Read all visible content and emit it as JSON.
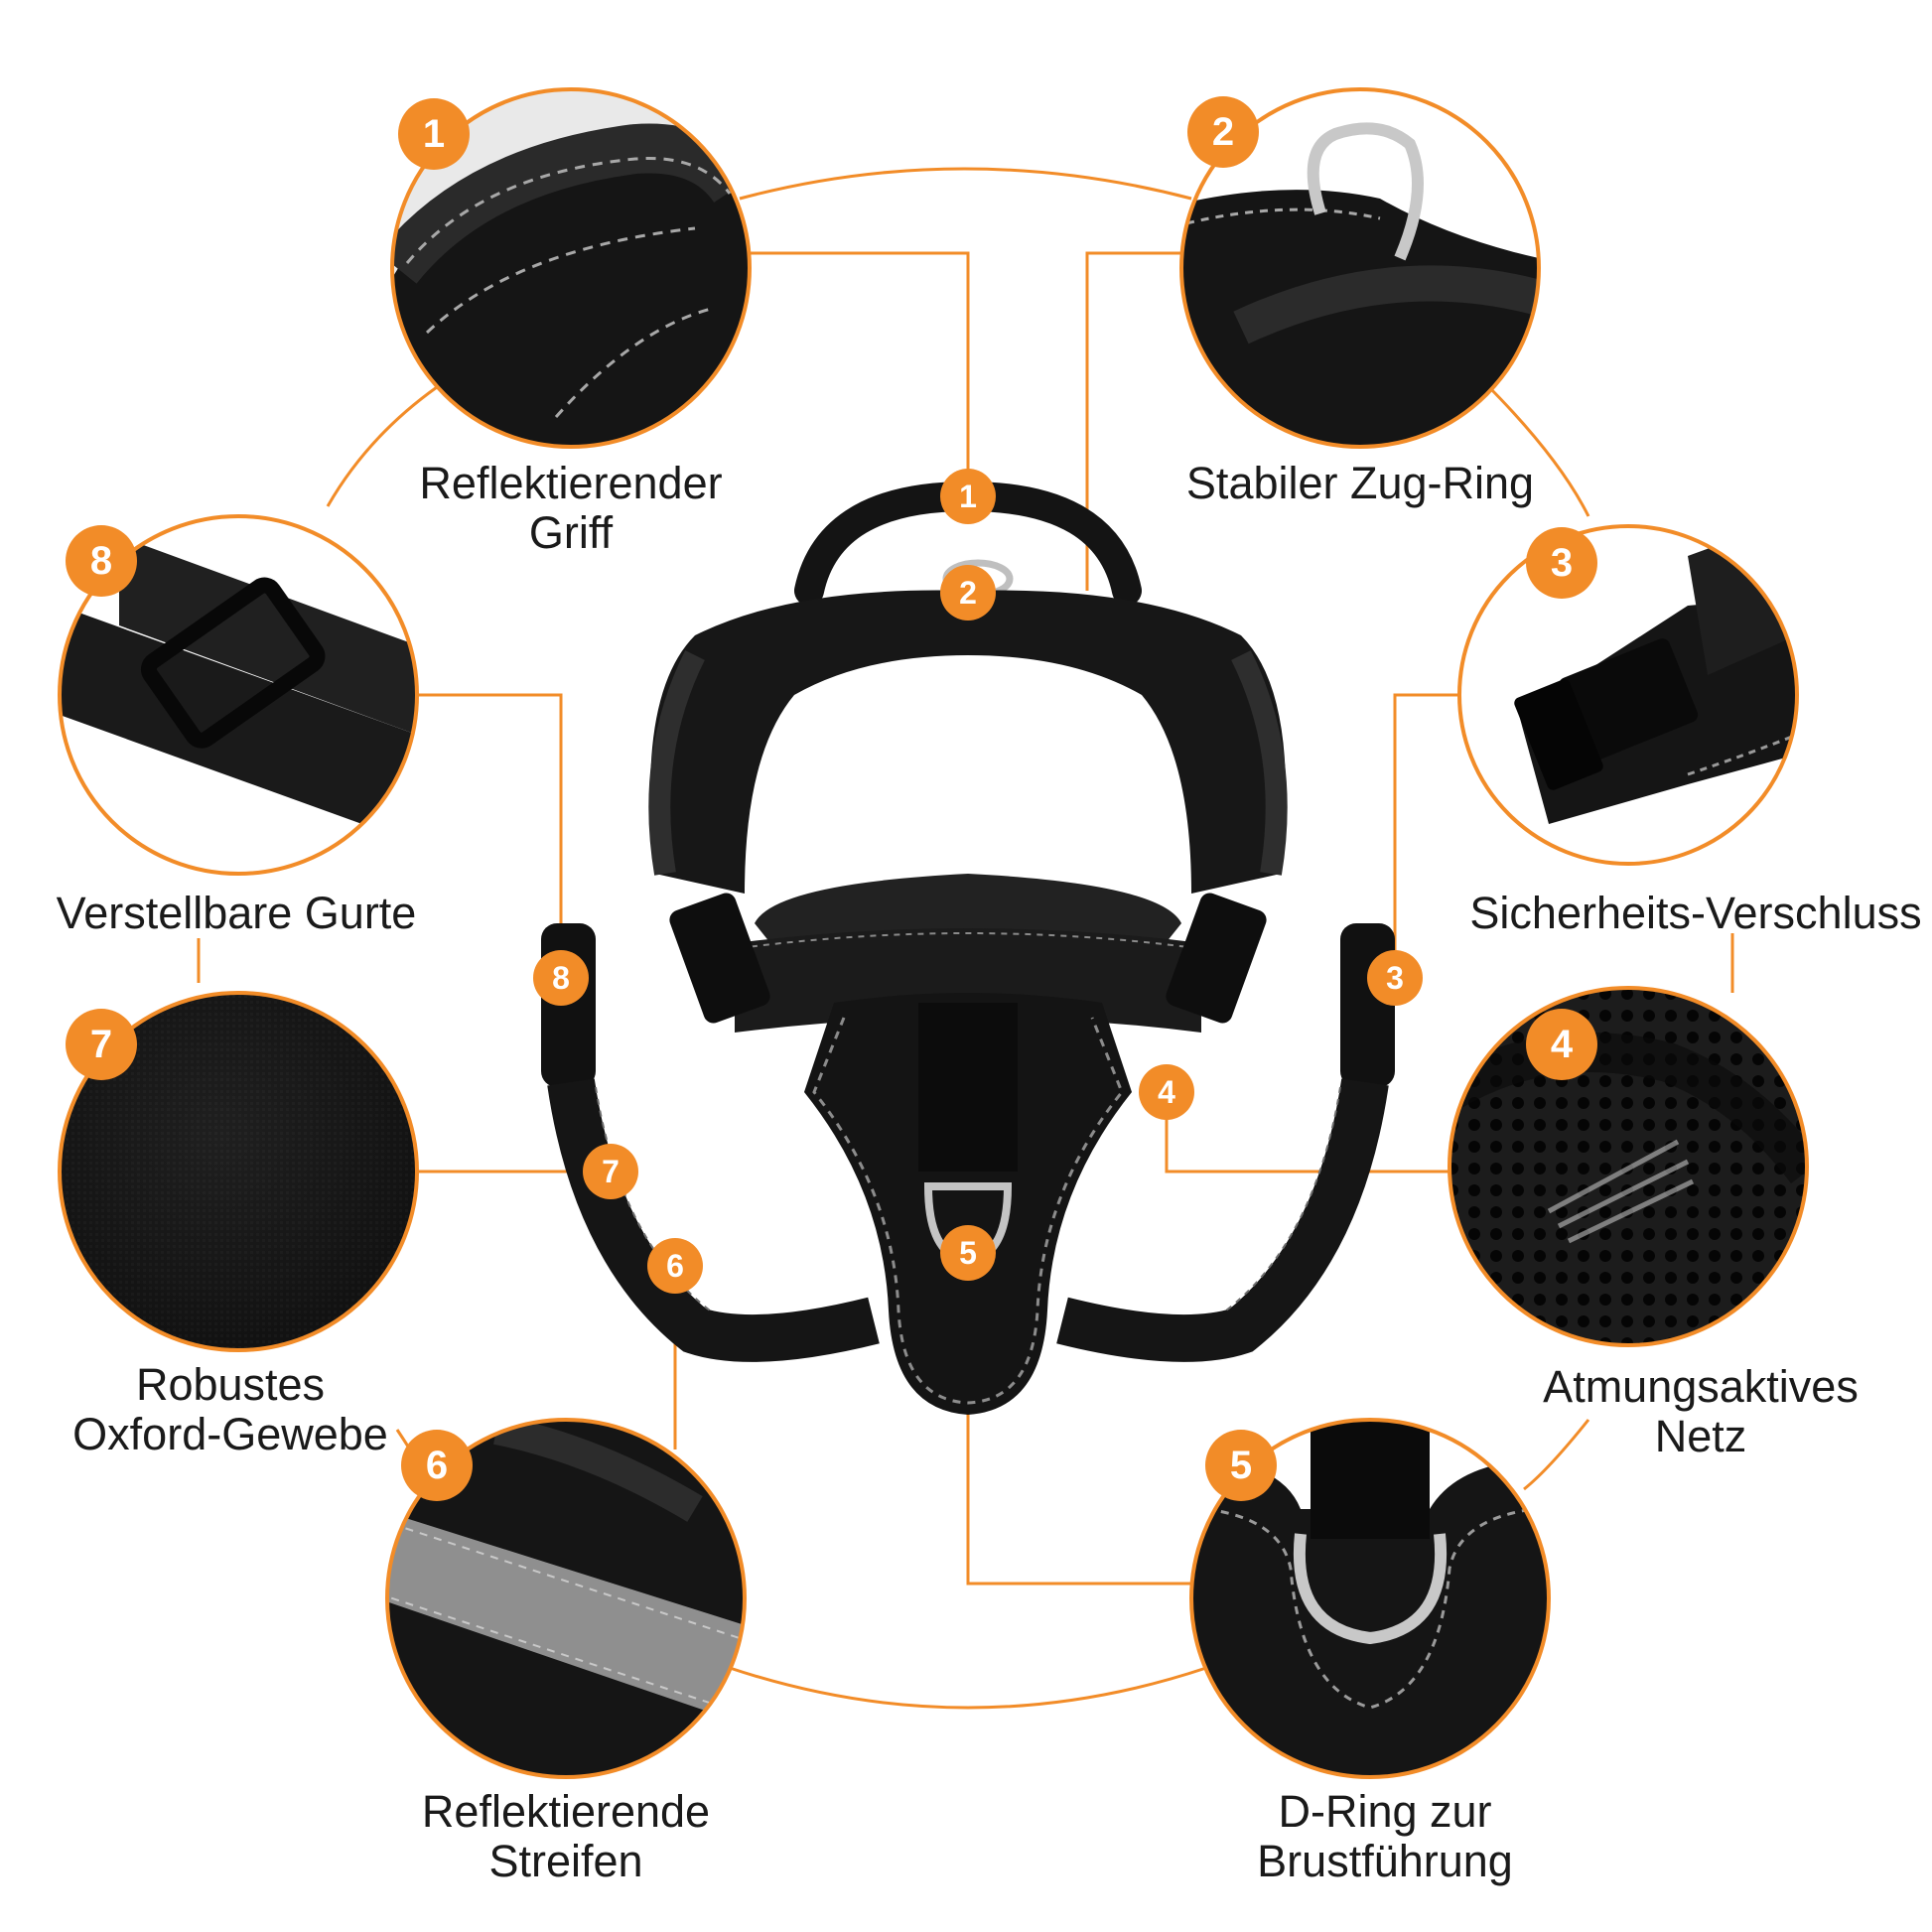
{
  "colors": {
    "accent": "#f28c28",
    "product": "#141414",
    "stitch": "#9a9a9a"
  },
  "features": [
    {
      "number": "1",
      "line1": "Reflektierender",
      "line2": "Griff"
    },
    {
      "number": "2",
      "line1": "Stabiler Zug-Ring",
      "line2": ""
    },
    {
      "number": "3",
      "line1": "Sicherheits-Verschluss",
      "line2": ""
    },
    {
      "number": "4",
      "line1": "Atmungsaktives",
      "line2": "Netz"
    },
    {
      "number": "5",
      "line1": "D-Ring zur",
      "line2": "Brustführung"
    },
    {
      "number": "6",
      "line1": "Reflektierende",
      "line2": "Streifen"
    },
    {
      "number": "7",
      "line1": "Robustes",
      "line2": "Oxford-Gewebe"
    },
    {
      "number": "8",
      "line1": "Verstellbare Gurte",
      "line2": ""
    }
  ]
}
